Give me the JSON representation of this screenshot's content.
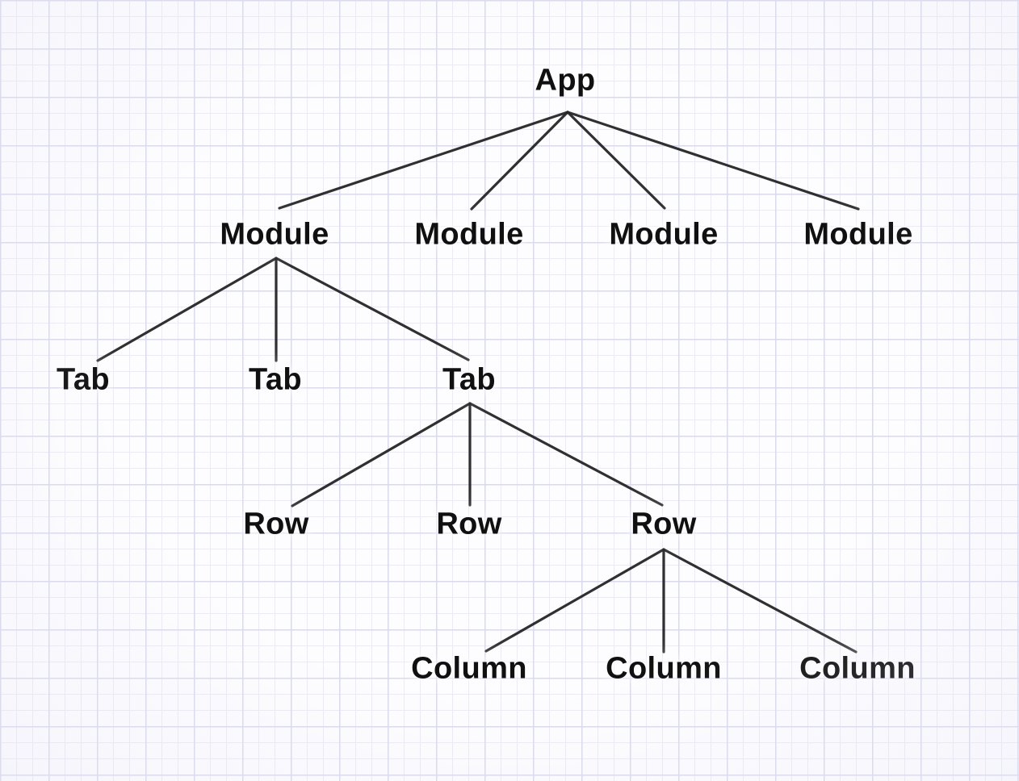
{
  "diagram": {
    "type": "tree",
    "title": "",
    "nodes": [
      {
        "id": "app",
        "label": "App",
        "parent": null
      },
      {
        "id": "module-1",
        "label": "Module",
        "parent": "app"
      },
      {
        "id": "module-2",
        "label": "Module",
        "parent": "app"
      },
      {
        "id": "module-3",
        "label": "Module",
        "parent": "app"
      },
      {
        "id": "module-4",
        "label": "Module",
        "parent": "app"
      },
      {
        "id": "tab-1",
        "label": "Tab",
        "parent": "module-1"
      },
      {
        "id": "tab-2",
        "label": "Tab",
        "parent": "module-1"
      },
      {
        "id": "tab-3",
        "label": "Tab",
        "parent": "module-1"
      },
      {
        "id": "row-1",
        "label": "Row",
        "parent": "tab-3"
      },
      {
        "id": "row-2",
        "label": "Row",
        "parent": "tab-3"
      },
      {
        "id": "row-3",
        "label": "Row",
        "parent": "tab-3"
      },
      {
        "id": "column-1",
        "label": "Column",
        "parent": "row-3"
      },
      {
        "id": "column-2",
        "label": "Column",
        "parent": "row-3"
      },
      {
        "id": "column-3",
        "label": "Column",
        "parent": "row-3"
      }
    ],
    "colors": {
      "edge": "#212121",
      "text": "#101010",
      "grid_minor": "#eaeaf8",
      "grid_major": "#d9d9f0",
      "background": "#fdfdff"
    }
  }
}
